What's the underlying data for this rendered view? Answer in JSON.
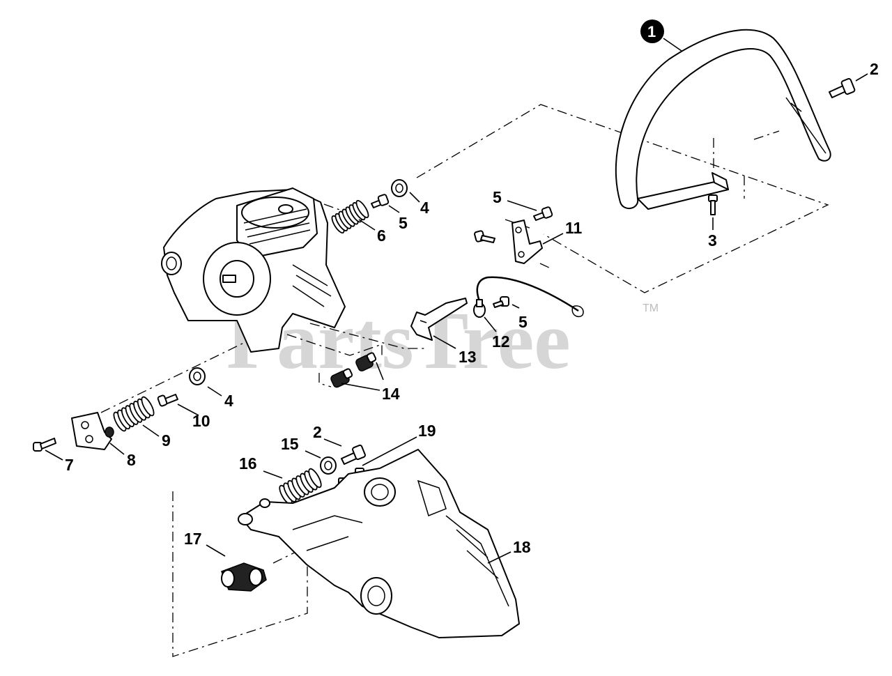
{
  "watermark": {
    "text": "PartsTree",
    "trademark": "TM"
  },
  "callouts": [
    {
      "id": "c1",
      "text": "1",
      "circled": true
    },
    {
      "id": "c2a",
      "text": "2"
    },
    {
      "id": "c2b",
      "text": "2"
    },
    {
      "id": "c3",
      "text": "3"
    },
    {
      "id": "c4a",
      "text": "4"
    },
    {
      "id": "c4b",
      "text": "4"
    },
    {
      "id": "c5a",
      "text": "5"
    },
    {
      "id": "c5b",
      "text": "5"
    },
    {
      "id": "c5c",
      "text": "5"
    },
    {
      "id": "c6",
      "text": "6"
    },
    {
      "id": "c7",
      "text": "7"
    },
    {
      "id": "c8",
      "text": "8"
    },
    {
      "id": "c9",
      "text": "9"
    },
    {
      "id": "c10",
      "text": "10"
    },
    {
      "id": "c11",
      "text": "11"
    },
    {
      "id": "c12",
      "text": "12"
    },
    {
      "id": "c13",
      "text": "13"
    },
    {
      "id": "c14",
      "text": "14"
    },
    {
      "id": "c15",
      "text": "15"
    },
    {
      "id": "c16",
      "text": "16"
    },
    {
      "id": "c17",
      "text": "17"
    },
    {
      "id": "c18",
      "text": "18"
    },
    {
      "id": "c19",
      "text": "19"
    }
  ]
}
